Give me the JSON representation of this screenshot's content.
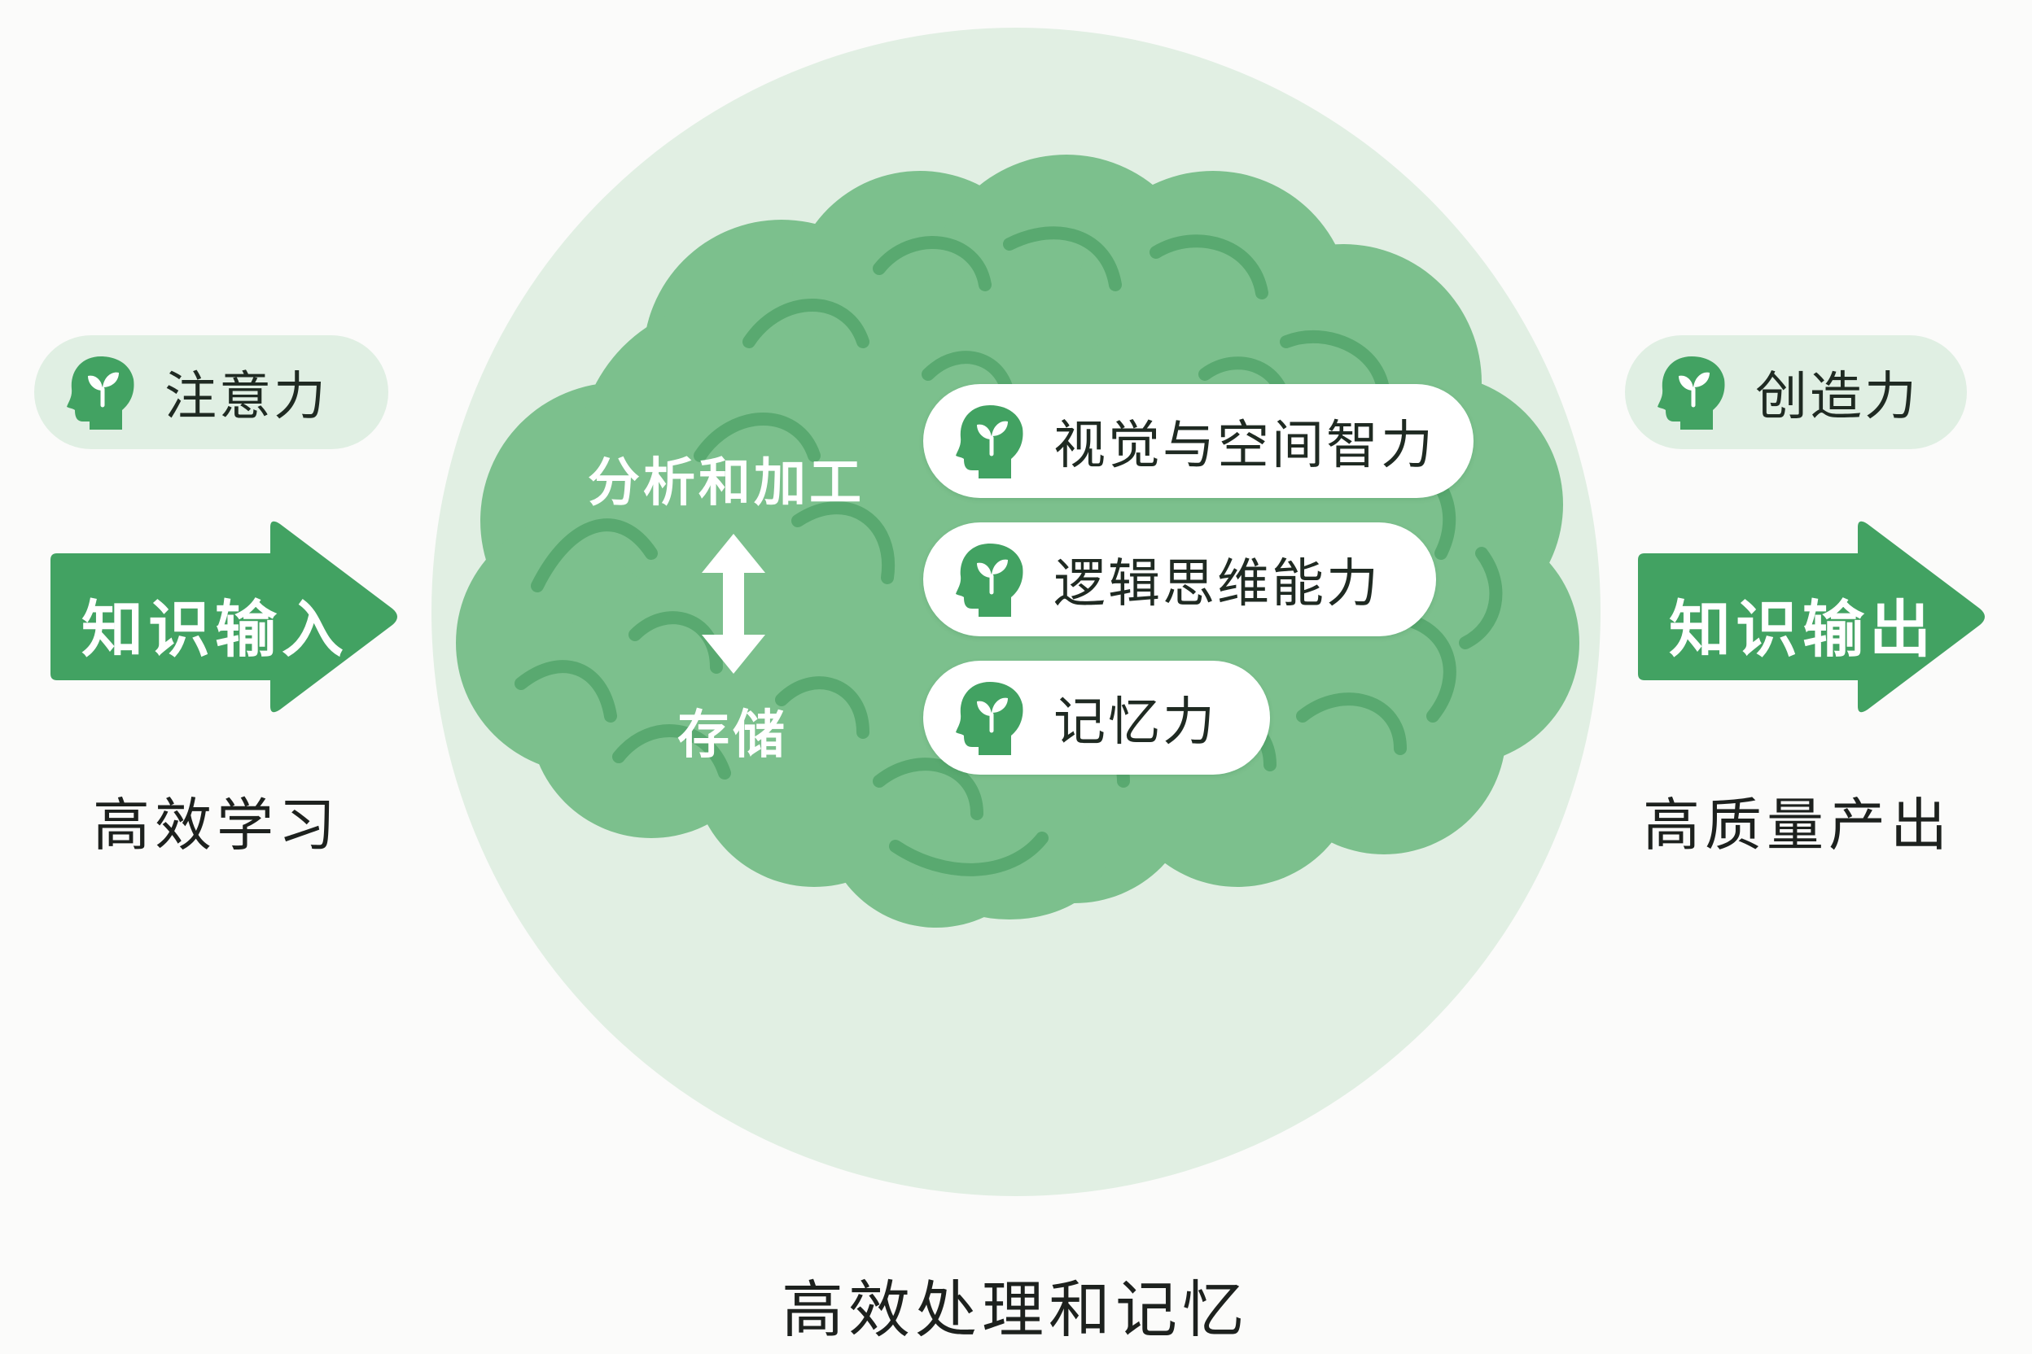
{
  "colors": {
    "accent_green": "#42a262",
    "circle_bg": "#e1efe3",
    "brain_green": "#7cc08d",
    "brain_line": "#54a56b",
    "pill_soft": "#e0efe3",
    "text_dark": "#1f2a22"
  },
  "left": {
    "badge": {
      "icon": "head-sprout-icon",
      "label": "注意力"
    },
    "arrow_label": "知识输入",
    "caption": "高效学习"
  },
  "right": {
    "badge": {
      "icon": "head-sprout-icon",
      "label": "创造力"
    },
    "arrow_label": "知识输出",
    "caption": "高质量产出"
  },
  "brain": {
    "top_label": "分析和加工",
    "bottom_label": "存储",
    "arrow_icon": "double-arrow-vertical-icon",
    "abilities": [
      {
        "icon": "head-sprout-icon",
        "label": "视觉与空间智力"
      },
      {
        "icon": "head-sprout-icon",
        "label": "逻辑思维能力"
      },
      {
        "icon": "head-sprout-icon",
        "label": "记忆力"
      }
    ]
  },
  "bottom_caption": "高效处理和记忆"
}
